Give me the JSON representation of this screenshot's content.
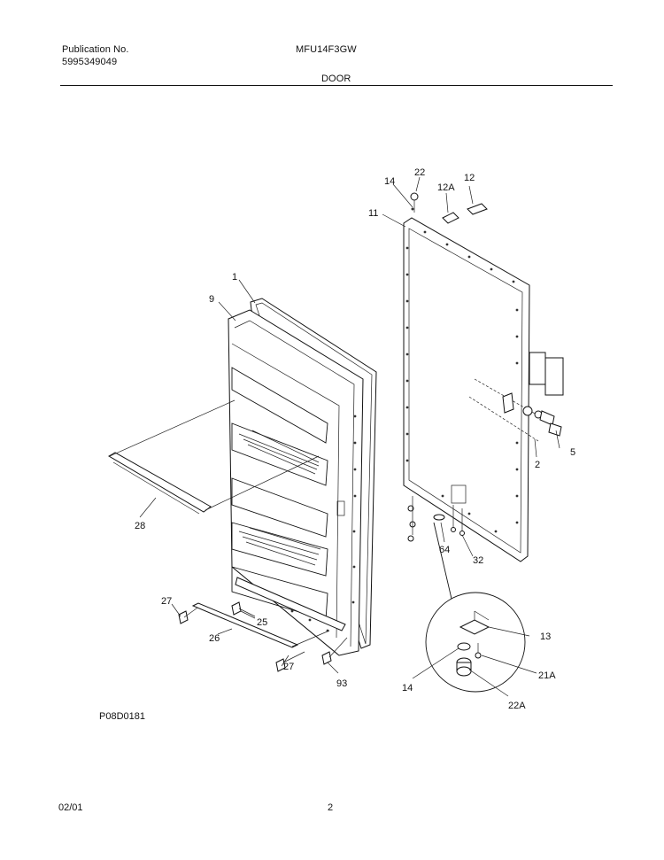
{
  "header": {
    "publication_label": "Publication No.",
    "publication_number": "5995349049",
    "model": "MFU14F3GW",
    "section": "DOOR"
  },
  "footer": {
    "diagram_code": "P08D0181",
    "date_code": "02/01",
    "page_number": "2"
  },
  "callouts": {
    "c1": "1",
    "c9": "9",
    "c28": "28",
    "c27a": "27",
    "c25": "25",
    "c26": "26",
    "c27b": "27",
    "c93": "93",
    "c14a": "14",
    "c22": "22",
    "c12a": "12A",
    "c12": "12",
    "c11": "11",
    "c5": "5",
    "c2": "2",
    "c64": "64",
    "c32": "32",
    "c13": "13",
    "c21a": "21A",
    "c14b": "14",
    "c22a": "22A"
  }
}
